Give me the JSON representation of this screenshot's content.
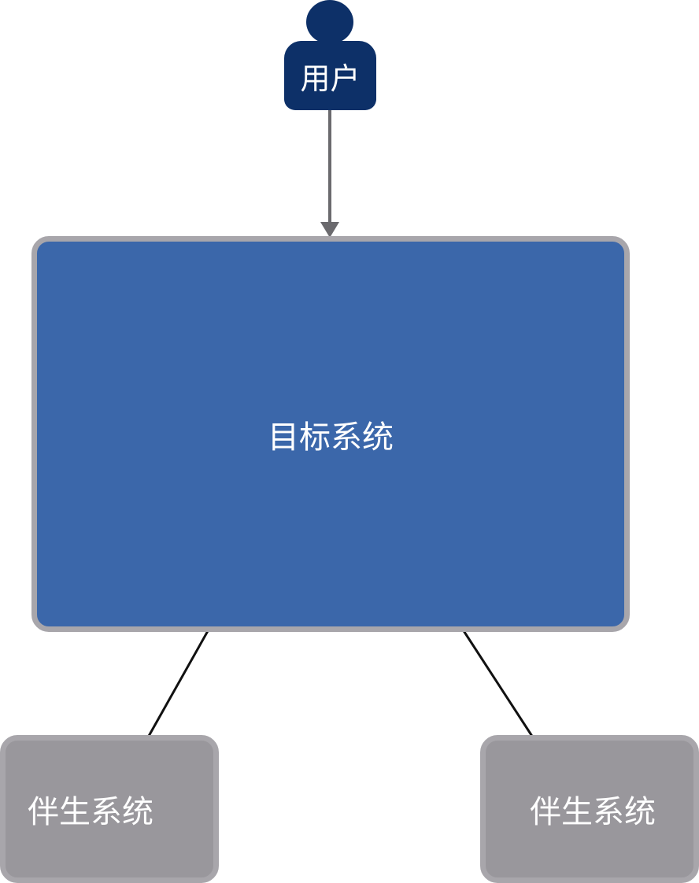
{
  "diagram": {
    "actor": {
      "label": "用户",
      "icon": "person-icon",
      "color": "#0d3068"
    },
    "target_system": {
      "label": "目标系统",
      "color": "#3b67aa",
      "border": "#a8a6ab"
    },
    "companion_systems": [
      {
        "label": "伴生系统",
        "color": "#99979c"
      },
      {
        "label": "伴生系统",
        "color": "#99979c"
      }
    ],
    "edges": [
      {
        "from": "用户",
        "to": "目标系统",
        "type": "arrow"
      },
      {
        "from": "目标系统",
        "to": "伴生系统 (left)",
        "type": "line"
      },
      {
        "from": "目标系统",
        "to": "伴生系统 (right)",
        "type": "line"
      }
    ]
  }
}
